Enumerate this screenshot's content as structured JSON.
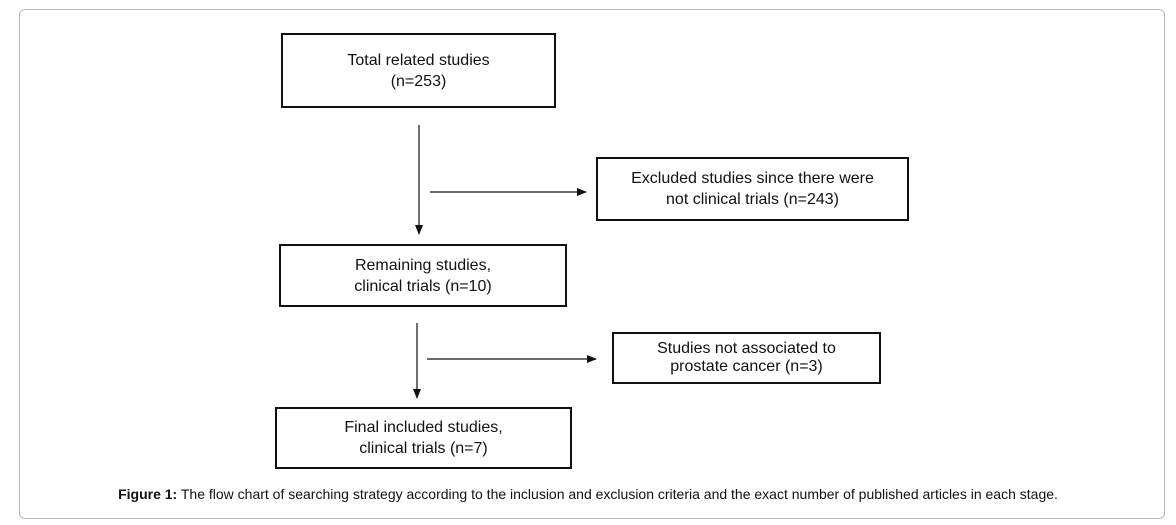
{
  "boxes": {
    "total": {
      "line1": "Total related studies",
      "line2": "(n=253)"
    },
    "excluded": {
      "line1": "Excluded studies since there were",
      "line2": "not clinical trials (n=243)"
    },
    "remaining": {
      "line1": "Remaining studies,",
      "line2": "clinical trials (n=10)"
    },
    "not_associated": {
      "line1": "Studies not associated to",
      "line2": "prostate cancer (n=3)"
    },
    "final": {
      "line1": "Final included studies,",
      "line2": "clinical trials (n=7)"
    }
  },
  "caption": {
    "label": "Figure 1:",
    "text": " The flow chart of searching strategy according to the inclusion and exclusion criteria and the exact number of published articles in each stage."
  },
  "colors": {
    "border": "#111111",
    "frame": "#b9b9b9",
    "background": "#ffffff"
  }
}
